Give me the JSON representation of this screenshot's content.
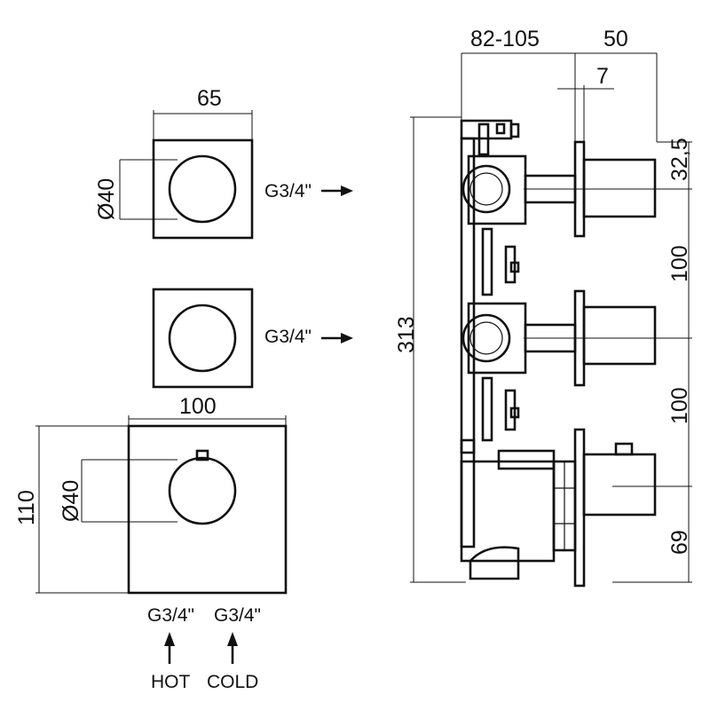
{
  "dimensions": {
    "plate_small_width": "65",
    "knob_diameter_top": "Ø40",
    "plate_large_width": "100",
    "plate_large_height": "110",
    "knob_diameter_bottom": "Ø40",
    "depth_range": "82-105",
    "handle_length": "50",
    "plate_thickness": "7",
    "top_offset": "32,5",
    "spacing_upper": "100",
    "spacing_lower": "100",
    "bottom_offset": "69",
    "total_height": "313"
  },
  "connections": {
    "outlet_top": "G3/4\"",
    "outlet_middle": "G3/4\"",
    "inlet_hot_size": "G3/4\"",
    "inlet_cold_size": "G3/4\"",
    "hot_label": "HOT",
    "cold_label": "COLD"
  }
}
